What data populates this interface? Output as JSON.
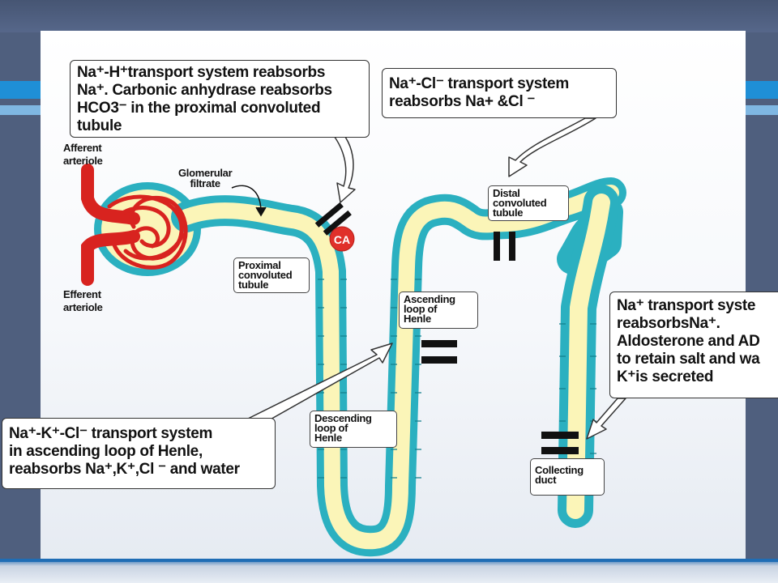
{
  "callouts": {
    "proximal": [
      "Na⁺-H⁺transport system reabsorbs",
      "Na⁺. Carbonic anhydrase reabsorbs",
      "HCO3⁻ in the proximal convoluted",
      "tubule"
    ],
    "distal": [
      "Na⁺-Cl⁻ transport system",
      "reabsorbs Na+ &Cl ⁻"
    ],
    "henle": [
      "Na⁺-K⁺-Cl⁻ transport system",
      "in ascending loop of Henle,",
      "reabsorbs Na⁺,K⁺,Cl ⁻ and water"
    ],
    "collecting": [
      "Na⁺ transport syste",
      "reabsorbsNa⁺.",
      "Aldosterone and AD",
      "to retain salt and wa",
      "K⁺is secreted"
    ]
  },
  "labels": {
    "afferent": [
      "Afferent",
      "arteriole"
    ],
    "efferent": [
      "Efferent",
      "arteriole"
    ],
    "glomerular": [
      "Glomerular",
      "filtrate"
    ],
    "proximal_tubule": [
      "Proximal",
      "convoluted",
      "tubule"
    ],
    "distal_tubule": [
      "Distal",
      "convoluted",
      "tubule"
    ],
    "ascending": [
      "Ascending",
      "loop of",
      "Henle"
    ],
    "descending": [
      "Descending",
      "loop of",
      "Henle"
    ],
    "collecting_duct": [
      "Collecting",
      "duct"
    ],
    "ca": "CA"
  },
  "colors": {
    "tubule_wall": "#2bb0c0",
    "lumen": "#fbf5b8",
    "vessel": "#d8231f",
    "stripe": "#1f8fd6"
  }
}
